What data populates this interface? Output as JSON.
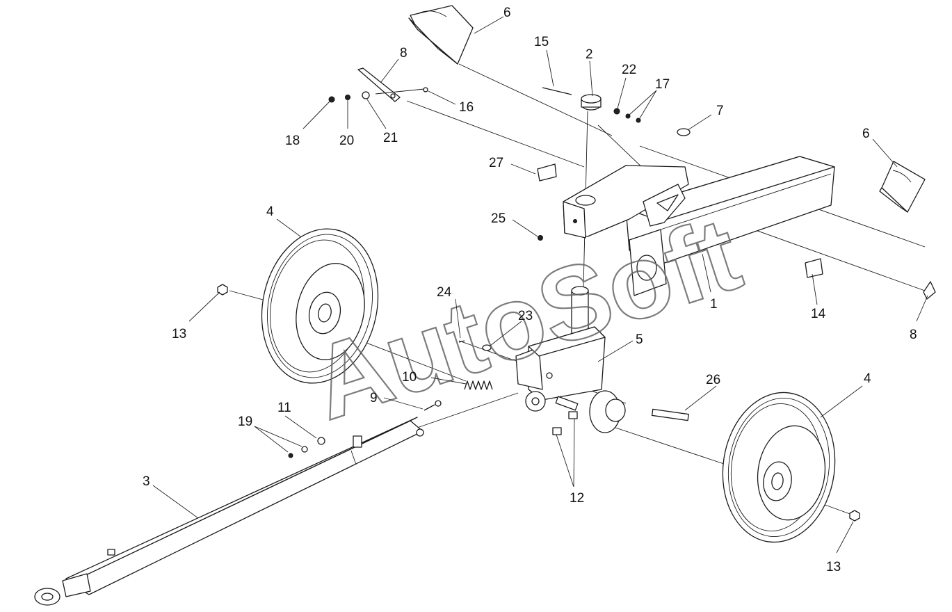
{
  "watermark": "AutoSoft",
  "callouts": [
    {
      "id": "c-6a",
      "text": "6"
    },
    {
      "id": "c-15",
      "text": "15"
    },
    {
      "id": "c-2",
      "text": "2"
    },
    {
      "id": "c-22",
      "text": "22"
    },
    {
      "id": "c-17",
      "text": "17"
    },
    {
      "id": "c-8a",
      "text": "8"
    },
    {
      "id": "c-16",
      "text": "16"
    },
    {
      "id": "c-18",
      "text": "18"
    },
    {
      "id": "c-20",
      "text": "20"
    },
    {
      "id": "c-21",
      "text": "21"
    },
    {
      "id": "c-7",
      "text": "7"
    },
    {
      "id": "c-6b",
      "text": "6"
    },
    {
      "id": "c-27",
      "text": "27"
    },
    {
      "id": "c-4a",
      "text": "4"
    },
    {
      "id": "c-25",
      "text": "25"
    },
    {
      "id": "c-13a",
      "text": "13"
    },
    {
      "id": "c-24",
      "text": "24"
    },
    {
      "id": "c-23",
      "text": "23"
    },
    {
      "id": "c-1",
      "text": "1"
    },
    {
      "id": "c-14",
      "text": "14"
    },
    {
      "id": "c-8b",
      "text": "8"
    },
    {
      "id": "c-5",
      "text": "5"
    },
    {
      "id": "c-10",
      "text": "10"
    },
    {
      "id": "c-26",
      "text": "26"
    },
    {
      "id": "c-4b",
      "text": "4"
    },
    {
      "id": "c-9",
      "text": "9"
    },
    {
      "id": "c-11",
      "text": "11"
    },
    {
      "id": "c-19",
      "text": "19"
    },
    {
      "id": "c-3",
      "text": "3"
    },
    {
      "id": "c-12",
      "text": "12"
    },
    {
      "id": "c-13b",
      "text": "13"
    }
  ]
}
